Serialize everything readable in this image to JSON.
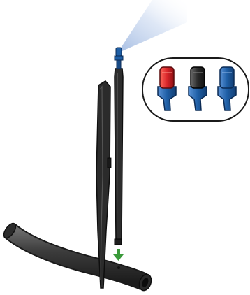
{
  "illustration": {
    "subject": "drip-irrigation-spike-with-nozzle-and-tubing",
    "spray_color": "#b9cdea",
    "spike_color": "#2b2b2b",
    "tube_color": "#3a3a3a",
    "arrow_color": "#3a9a3a",
    "nozzle_variants": [
      {
        "name": "red-nozzle",
        "cap_color": "#d9262a"
      },
      {
        "name": "black-nozzle",
        "cap_color": "#2b2b2b"
      },
      {
        "name": "blue-nozzle",
        "cap_color": "#1f5fa6"
      }
    ],
    "variant_base_color": "#1f5fa6"
  }
}
